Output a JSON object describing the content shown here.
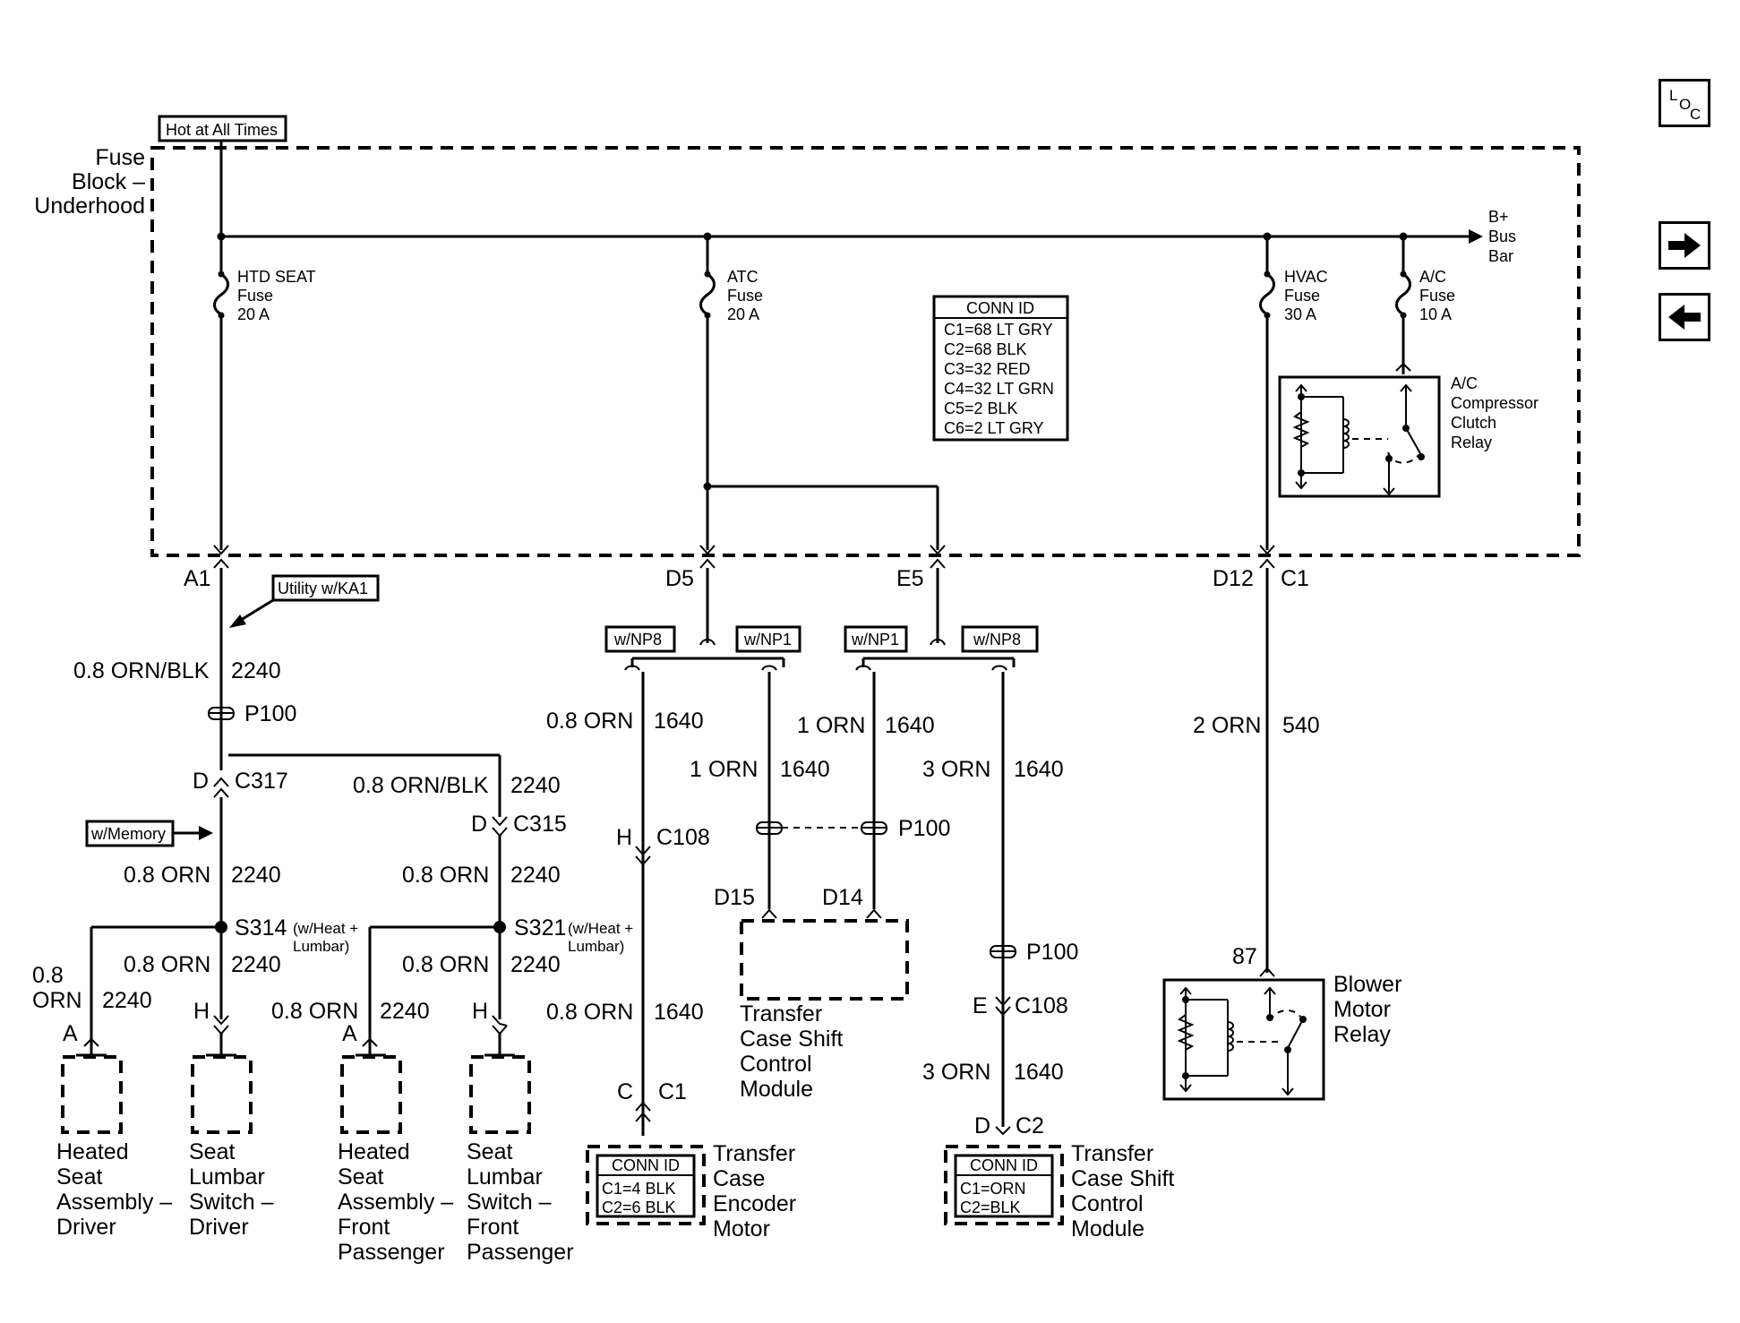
{
  "nav": {
    "loc_l": "L",
    "loc_o": "O",
    "loc_c": "C"
  },
  "power": {
    "hot_label": "Hot at All Times",
    "fuse_block": [
      "Fuse",
      "Block –",
      "Underhood"
    ],
    "bus_bar": [
      "B+",
      "Bus",
      "Bar"
    ]
  },
  "fuses": [
    {
      "lines": [
        "HTD SEAT",
        "Fuse",
        "20 A"
      ]
    },
    {
      "lines": [
        "ATC",
        "Fuse",
        "20 A"
      ]
    },
    {
      "lines": [
        "HVAC",
        "Fuse",
        "30 A"
      ]
    },
    {
      "lines": [
        "A/C",
        "Fuse",
        "10 A"
      ]
    }
  ],
  "conn_id_main": {
    "title": "CONN ID",
    "rows": [
      "C1=68 LT GRY",
      "C2=68 BLK",
      "C3=32 RED",
      "C4=32 LT GRN",
      "C5=2 BLK",
      "C6=2 LT GRY"
    ]
  },
  "ac_relay": [
    "A/C",
    "Compressor",
    "Clutch",
    "Relay"
  ],
  "terminals": {
    "a1": "A1",
    "d5": "D5",
    "e5": "E5",
    "d12": "D12",
    "c1": "C1"
  },
  "options": {
    "utility": "Utility w/KA1",
    "np8_a": "w/NP8",
    "np1_a": "w/NP1",
    "np1_b": "w/NP1",
    "np8_b": "w/NP8",
    "memory": "w/Memory"
  },
  "wires": {
    "w1_gauge": "0.8 ORN/BLK",
    "w1_circuit": "2240",
    "p100_a": "P100",
    "c317_pin": "D",
    "c317": "C317",
    "w2_gauge": "0.8 ORN/BLK",
    "w2_circuit": "2240",
    "c315_pin": "D",
    "c315": "C315",
    "w3_gauge": "0.8 ORN",
    "w3_circuit": "2240",
    "w4_gauge": "0.8 ORN",
    "w4_circuit": "2240",
    "s314": "S314",
    "s314_note": [
      "(w/Heat +",
      "Lumbar)"
    ],
    "s321": "S321",
    "s321_note": [
      "(w/Heat +",
      "Lumbar)"
    ],
    "w5_gauge": "0.8 ORN",
    "w5_circuit": "2240",
    "w6_gauge": "0.8 ORN",
    "w6_circuit": "2240",
    "w7_gauge": [
      "0.8",
      "ORN"
    ],
    "w7_circuit": "2240",
    "w8_gauge": "0.8 ORN",
    "w8_circuit": "2240",
    "pin_a1": "A",
    "pin_h1": "H",
    "pin_a2": "A",
    "pin_h2": "H",
    "w9_gauge": "0.8 ORN",
    "w9_circuit": "1640",
    "c108_pin_a": "H",
    "c108_a": "C108",
    "w10_gauge": "0.8 ORN",
    "w10_circuit": "1640",
    "c1_pin": "C",
    "c1_conn": "C1",
    "w11_gauge": "1 ORN",
    "w11_circuit": "1640",
    "w12_gauge": "1 ORN",
    "w12_circuit": "1640",
    "p100_b": "P100",
    "d15": "D15",
    "d14": "D14",
    "w13_gauge": "3 ORN",
    "w13_circuit": "1640",
    "p100_c": "P100",
    "c108_pin_b": "E",
    "c108_b": "C108",
    "w14_gauge": "3 ORN",
    "w14_circuit": "1640",
    "c2_pin": "D",
    "c2_conn": "C2",
    "w15_gauge": "2 ORN",
    "w15_circuit": "540",
    "pin_87": "87"
  },
  "components": {
    "heated_seat_driver": [
      "Heated",
      "Seat",
      "Assembly –",
      "Driver"
    ],
    "lumbar_driver": [
      "Seat",
      "Lumbar",
      "Switch –",
      "Driver"
    ],
    "heated_seat_pass": [
      "Heated",
      "Seat",
      "Assembly –",
      "Front",
      "Passenger"
    ],
    "lumbar_pass": [
      "Seat",
      "Lumbar",
      "Switch –",
      "Front",
      "Passenger"
    ],
    "tc_shift_module_a": [
      "Transfer",
      "Case Shift",
      "Control",
      "Module"
    ],
    "tc_encoder": [
      "Transfer",
      "Case",
      "Encoder",
      "Motor"
    ],
    "tc_shift_module_b": [
      "Transfer",
      "Case Shift",
      "Control",
      "Module"
    ],
    "blower_relay": [
      "Blower",
      "Motor",
      "Relay"
    ]
  },
  "conn_id_encoder": {
    "title": "CONN ID",
    "rows": [
      "C1=4 BLK",
      "C2=6 BLK"
    ]
  },
  "conn_id_module": {
    "title": "CONN ID",
    "rows": [
      "C1=ORN",
      "C2=BLK"
    ]
  }
}
